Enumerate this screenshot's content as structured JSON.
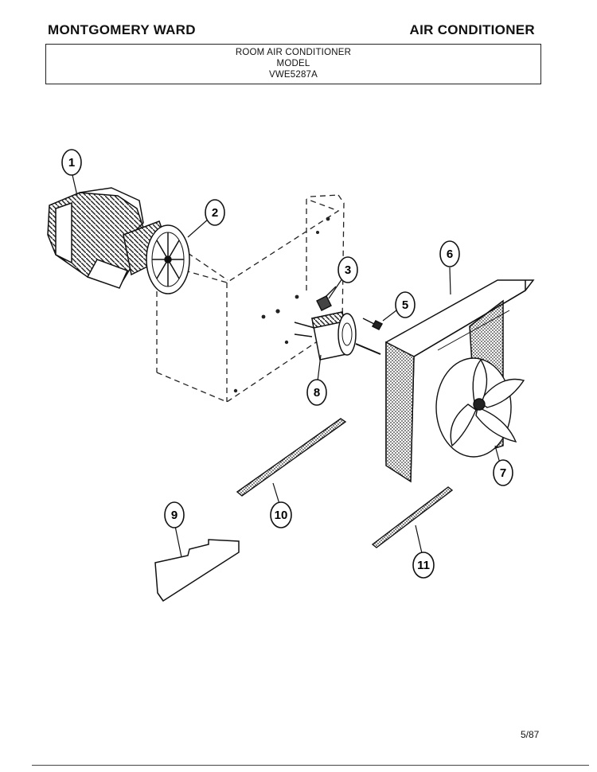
{
  "header": {
    "brand": "MONTGOMERY WARD",
    "category": "AIR CONDITIONER"
  },
  "title_box": {
    "line1": "ROOM AIR CONDITIONER",
    "line2": "MODEL",
    "line3": "VWE5287A"
  },
  "callouts": [
    "1",
    "2",
    "3",
    "5",
    "6",
    "7",
    "8",
    "9",
    "10",
    "11"
  ],
  "footer": {
    "date_code": "5/87"
  }
}
